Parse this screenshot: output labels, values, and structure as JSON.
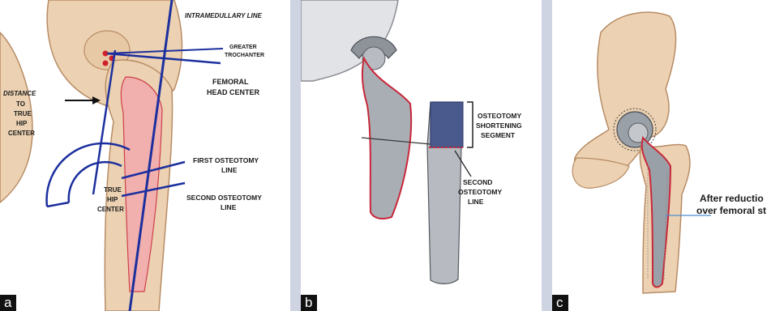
{
  "panels": {
    "a": {
      "tag": "a",
      "labels": {
        "intramedullary_line": "INTRAMEDULLARY LINE",
        "greater_trochanter_1": "GREATER",
        "greater_trochanter_2": "TROCHANTER",
        "femoral_head_center_1": "FEMORAL",
        "femoral_head_center_2": "HEAD CENTER",
        "distance_1": "DISTANCE",
        "distance_2": "TO",
        "distance_3": "TRUE",
        "distance_4": "HIP",
        "distance_5": "CENTER",
        "first_osteotomy_1": "FIRST OSTEOTOMY",
        "first_osteotomy_2": "LINE",
        "true_hip_center_1": "TRUE",
        "true_hip_center_2": "HIP",
        "true_hip_center_3": "CENTER",
        "second_osteotomy_1": "SECOND OSTEOTOMY",
        "second_osteotomy_2": "LINE"
      }
    },
    "b": {
      "tag": "b",
      "labels": {
        "osteotomy_1": "OSTEOTOMY",
        "osteotomy_2": "SHORTENING",
        "osteotomy_3": "SEGMENT",
        "second_osteotomy_1": "SECOND",
        "second_osteotomy_2": "OSTEOTOMY",
        "second_osteotomy_3": "LINE"
      }
    },
    "c": {
      "tag": "c",
      "labels": {
        "after_reduction_1": "After reductio",
        "after_reduction_2": "over femoral st"
      }
    }
  },
  "colors": {
    "bone": "#ecd2b2",
    "bone_outline": "#b88c66",
    "marrow": "#f2a9ae",
    "line_blue": "#1c2f9e",
    "implant_red": "#c8283a",
    "metal": "#9fa5ad",
    "separator": "#cfd4e2"
  }
}
